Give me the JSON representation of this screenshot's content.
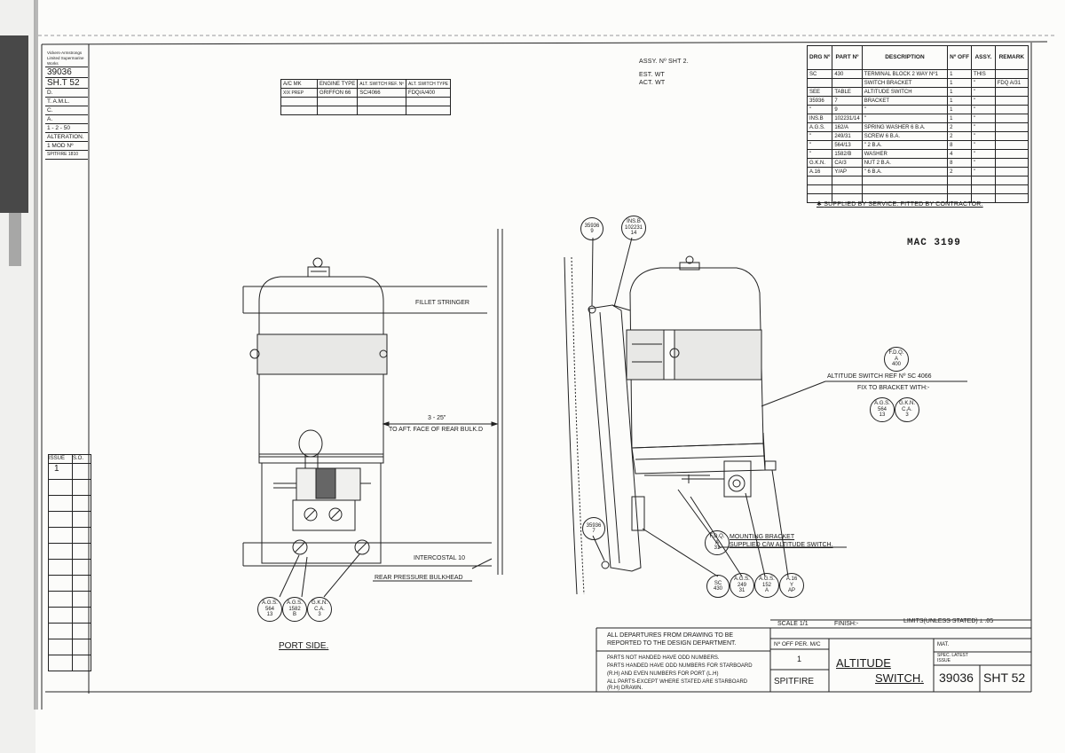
{
  "title_strip": {
    "firm": "Vickers-Armstrongs Limited Supermarine Works",
    "drawing_no": "39036",
    "sheet": "SH.T 52",
    "rows": [
      "D.",
      "T. A.M.L.",
      "C.",
      "A.",
      "1 - 2 - 50",
      "ALTERATION.",
      "1 MOD Nº",
      "SPITFIRE 1810"
    ]
  },
  "issue_table": {
    "header": [
      "ISSUE",
      "S.O."
    ],
    "first_issue": "1"
  },
  "assembly": {
    "assy_no": "ASSY. Nº  SHT 2.",
    "est_wt": "EST. WT",
    "act_wt": "ACT. WT"
  },
  "engine_table": {
    "headers": [
      "A/C MK",
      "ENGINE TYPE",
      "ALT. SWITCH REF. Nº",
      "ALT. SWITCH TYPE"
    ],
    "row": [
      "XIX PREP",
      "GRIFFON 66",
      "SC/4066",
      "FDQ/A/400"
    ]
  },
  "parts_list": {
    "headers": [
      "DRG Nº",
      "PART Nº",
      "DESCRIPTION",
      "Nº OFF",
      "ASSY.",
      "REMARK"
    ],
    "rows": [
      [
        "SC",
        "430",
        "TERMINAL BLOCK 2 WAY Nº1",
        "1",
        "THIS",
        ""
      ],
      [
        "",
        "",
        "SWITCH BRACKET",
        "1",
        "\"",
        "FDQ A/31"
      ],
      [
        "SEE",
        "TABLE",
        "ALTITUDE SWITCH",
        "1",
        "\"",
        ""
      ],
      [
        "35936",
        "7",
        "BRACKET",
        "1",
        "\"",
        ""
      ],
      [
        "\"",
        "9",
        "\"",
        "1",
        "\"",
        ""
      ],
      [
        "INS.B",
        "102231/14",
        "\"",
        "1",
        "\"",
        ""
      ],
      [
        "A.G.S.",
        "162/A",
        "SPRING WASHER  6 B.A.",
        "2",
        "\"",
        ""
      ],
      [
        "\"",
        "249/31",
        "SCREW  6 B.A.",
        "2",
        "\"",
        ""
      ],
      [
        "\"",
        "564/13",
        "\"   2 B.A.",
        "8",
        "\"",
        ""
      ],
      [
        "\"",
        "1582/B",
        "WASHER",
        "4",
        "\"",
        ""
      ],
      [
        "G.K.N.",
        "CA/3",
        "NUT   2 B.A.",
        "8",
        "\"",
        ""
      ],
      [
        "A.16",
        "Y/AP",
        "\"   6 B.A.",
        "2",
        "\"",
        ""
      ]
    ],
    "footnote": "SUPPLIED BY SERVICE. FITTED BY CONTRACTOR."
  },
  "stamp": "MAC 3199",
  "port_view": {
    "fillet": "FILLET STRINGER",
    "dim_value": "3 - 25\"",
    "dim_note": "TO AFT. FACE OF REAR BULK.D",
    "intercostal": "INTERCOSTAL  10",
    "bulkhead": "REAR PRESSURE BULKHEAD",
    "caption": "PORT SIDE.",
    "callouts": [
      [
        "A.G.S.",
        "564",
        "13"
      ],
      [
        "A.G.S.",
        "1582",
        "B"
      ],
      [
        "G.K.N.",
        "C.A.",
        "3"
      ]
    ]
  },
  "side_view": {
    "top_callouts": [
      [
        "35936",
        "9"
      ],
      [
        "INS.B",
        "102231",
        "14"
      ]
    ],
    "altitude_ref": "ALTITUDE SWITCH REF Nº SC 4066",
    "fix_note": "FIX TO BRACKET WITH:-",
    "fdq_400": [
      "F.D.Q.",
      "A",
      "400"
    ],
    "fix_callouts": [
      [
        "A.G.S.",
        "564",
        "13"
      ],
      [
        "G.K.N.",
        "C.A.",
        "3"
      ]
    ],
    "left_callout": [
      "35936",
      "7"
    ],
    "fdq_31": [
      "F.D.Q.",
      "A",
      "31"
    ],
    "mount_note_1": "MOUNTING BRACKET",
    "mount_note_2": "SUPPLIED C/W ALTITUDE SWITCH.",
    "bottom_callouts": [
      [
        "SC",
        "430"
      ],
      [
        "A.G.S.",
        "249",
        "31"
      ],
      [
        "A.G.S.",
        "152",
        "A"
      ],
      [
        "A.16",
        "Y",
        "AP"
      ]
    ]
  },
  "title_block": {
    "scale": "SCALE 1/1",
    "finish": "FINISH:-",
    "limits": "LIMITS(UNLESS STATED) ± .05",
    "departures_1": "ALL DEPARTURES FROM DRAWING TO BE",
    "departures_2": "REPORTED TO THE DESIGN DEPARTMENT.",
    "handed_1": "PARTS NOT HANDED HAVE ODD NUMBERS.",
    "handed_2": "PARTS HANDED HAVE ODD NUMBERS FOR STARBOARD",
    "handed_3": "(R.H) AND EVEN NUMBERS FOR PORT (L.H)",
    "handed_4": "ALL PARTS-EXCEPT WHERE STATED ARE STARBOARD",
    "handed_5": "(R.H) DRAWN.",
    "no_off": "Nº OFF PER. M/C",
    "no_off_val": "1",
    "aircraft": "SPITFIRE",
    "title_1": "ALTITUDE",
    "title_2": "SWITCH.",
    "mat": "MAT.",
    "spec": "SPEC. LATEST ISSUE",
    "drawing_no": "39036",
    "sheet": "SHT 52"
  }
}
